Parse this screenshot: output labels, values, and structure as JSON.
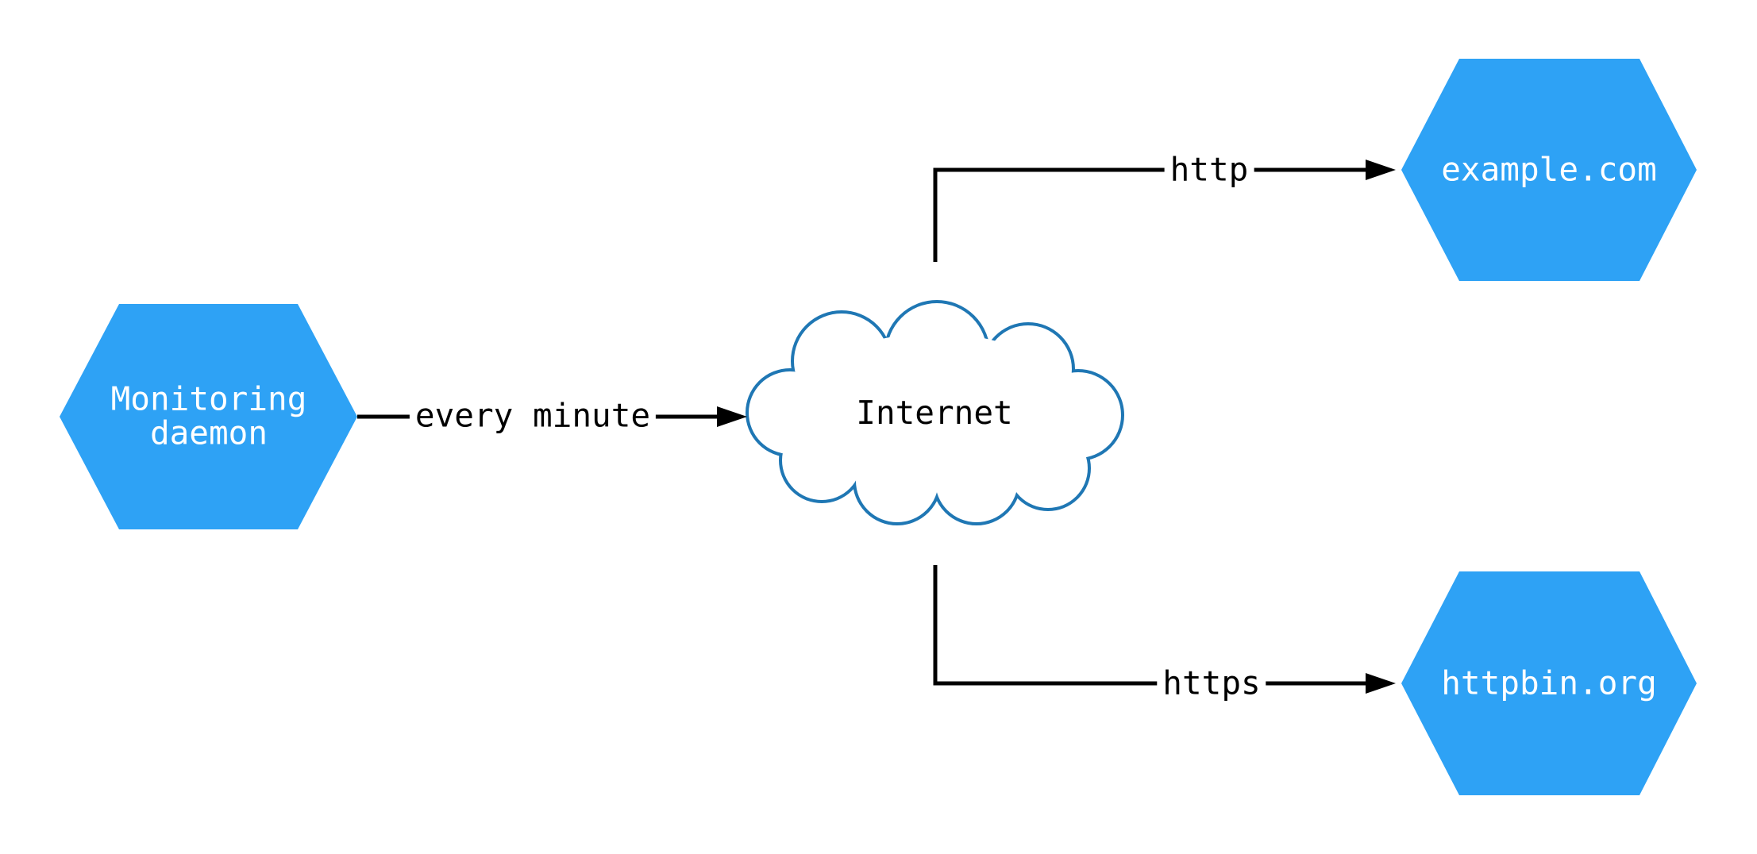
{
  "diagram": {
    "background_color": "#FFFFFF",
    "colors": {
      "node_fill": "#2EA2F5",
      "node_label_text": "#FFFFFF",
      "cloud_stroke": "#1F77B4",
      "cloud_fill": "#FFFFFF",
      "edge_line": "#000000",
      "edge_label_text": "#000000"
    },
    "nodes": {
      "monitoring_daemon": {
        "label": "Monitoring\ndaemon",
        "shape": "hexagon"
      },
      "internet": {
        "label": "Internet",
        "shape": "cloud"
      },
      "example_com": {
        "label": "example.com",
        "shape": "hexagon"
      },
      "httpbin_org": {
        "label": "httpbin.org",
        "shape": "hexagon"
      }
    },
    "edges": [
      {
        "from": "monitoring_daemon",
        "to": "internet",
        "label": "every minute",
        "arrow": "filled-triangle"
      },
      {
        "from": "internet",
        "to": "example_com",
        "label": "http",
        "arrow": "filled-triangle"
      },
      {
        "from": "internet",
        "to": "httpbin_org",
        "label": "https",
        "arrow": "filled-triangle"
      }
    ]
  }
}
